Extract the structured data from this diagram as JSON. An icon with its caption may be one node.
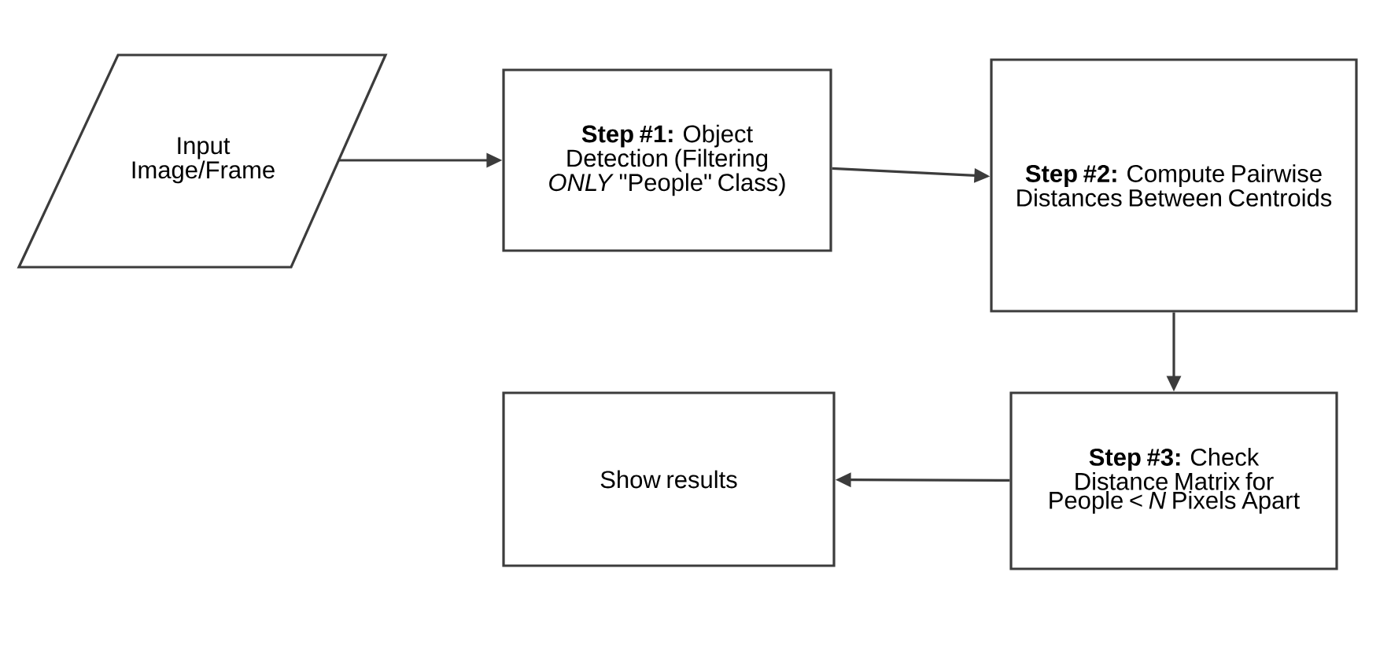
{
  "diagram": {
    "nodes": [
      {
        "text": [
          "Input Image/Frame"
        ]
      },
      {
        "text": [
          "**Step #1:** Object Detection (Filtering *ONLY* \"People\" Class)"
        ]
      },
      {
        "text": [
          "**Step #2:** Compute Pairwise Distances Between Centroids"
        ]
      },
      {
        "text": [
          "**Step #3:** Check Distance Matrix for People < *N* Pixels Apart"
        ]
      },
      {
        "text": [
          "Show results"
        ]
      }
    ],
    "edges": [
      {
        "from": 0,
        "to": 1,
        "arrow": "to"
      },
      {
        "from": 1,
        "to": 2,
        "arrow": "to"
      },
      {
        "from": 2,
        "to": 3,
        "arrow": "to"
      },
      {
        "from": 3,
        "to": 4,
        "arrow": "to"
      }
    ]
  }
}
